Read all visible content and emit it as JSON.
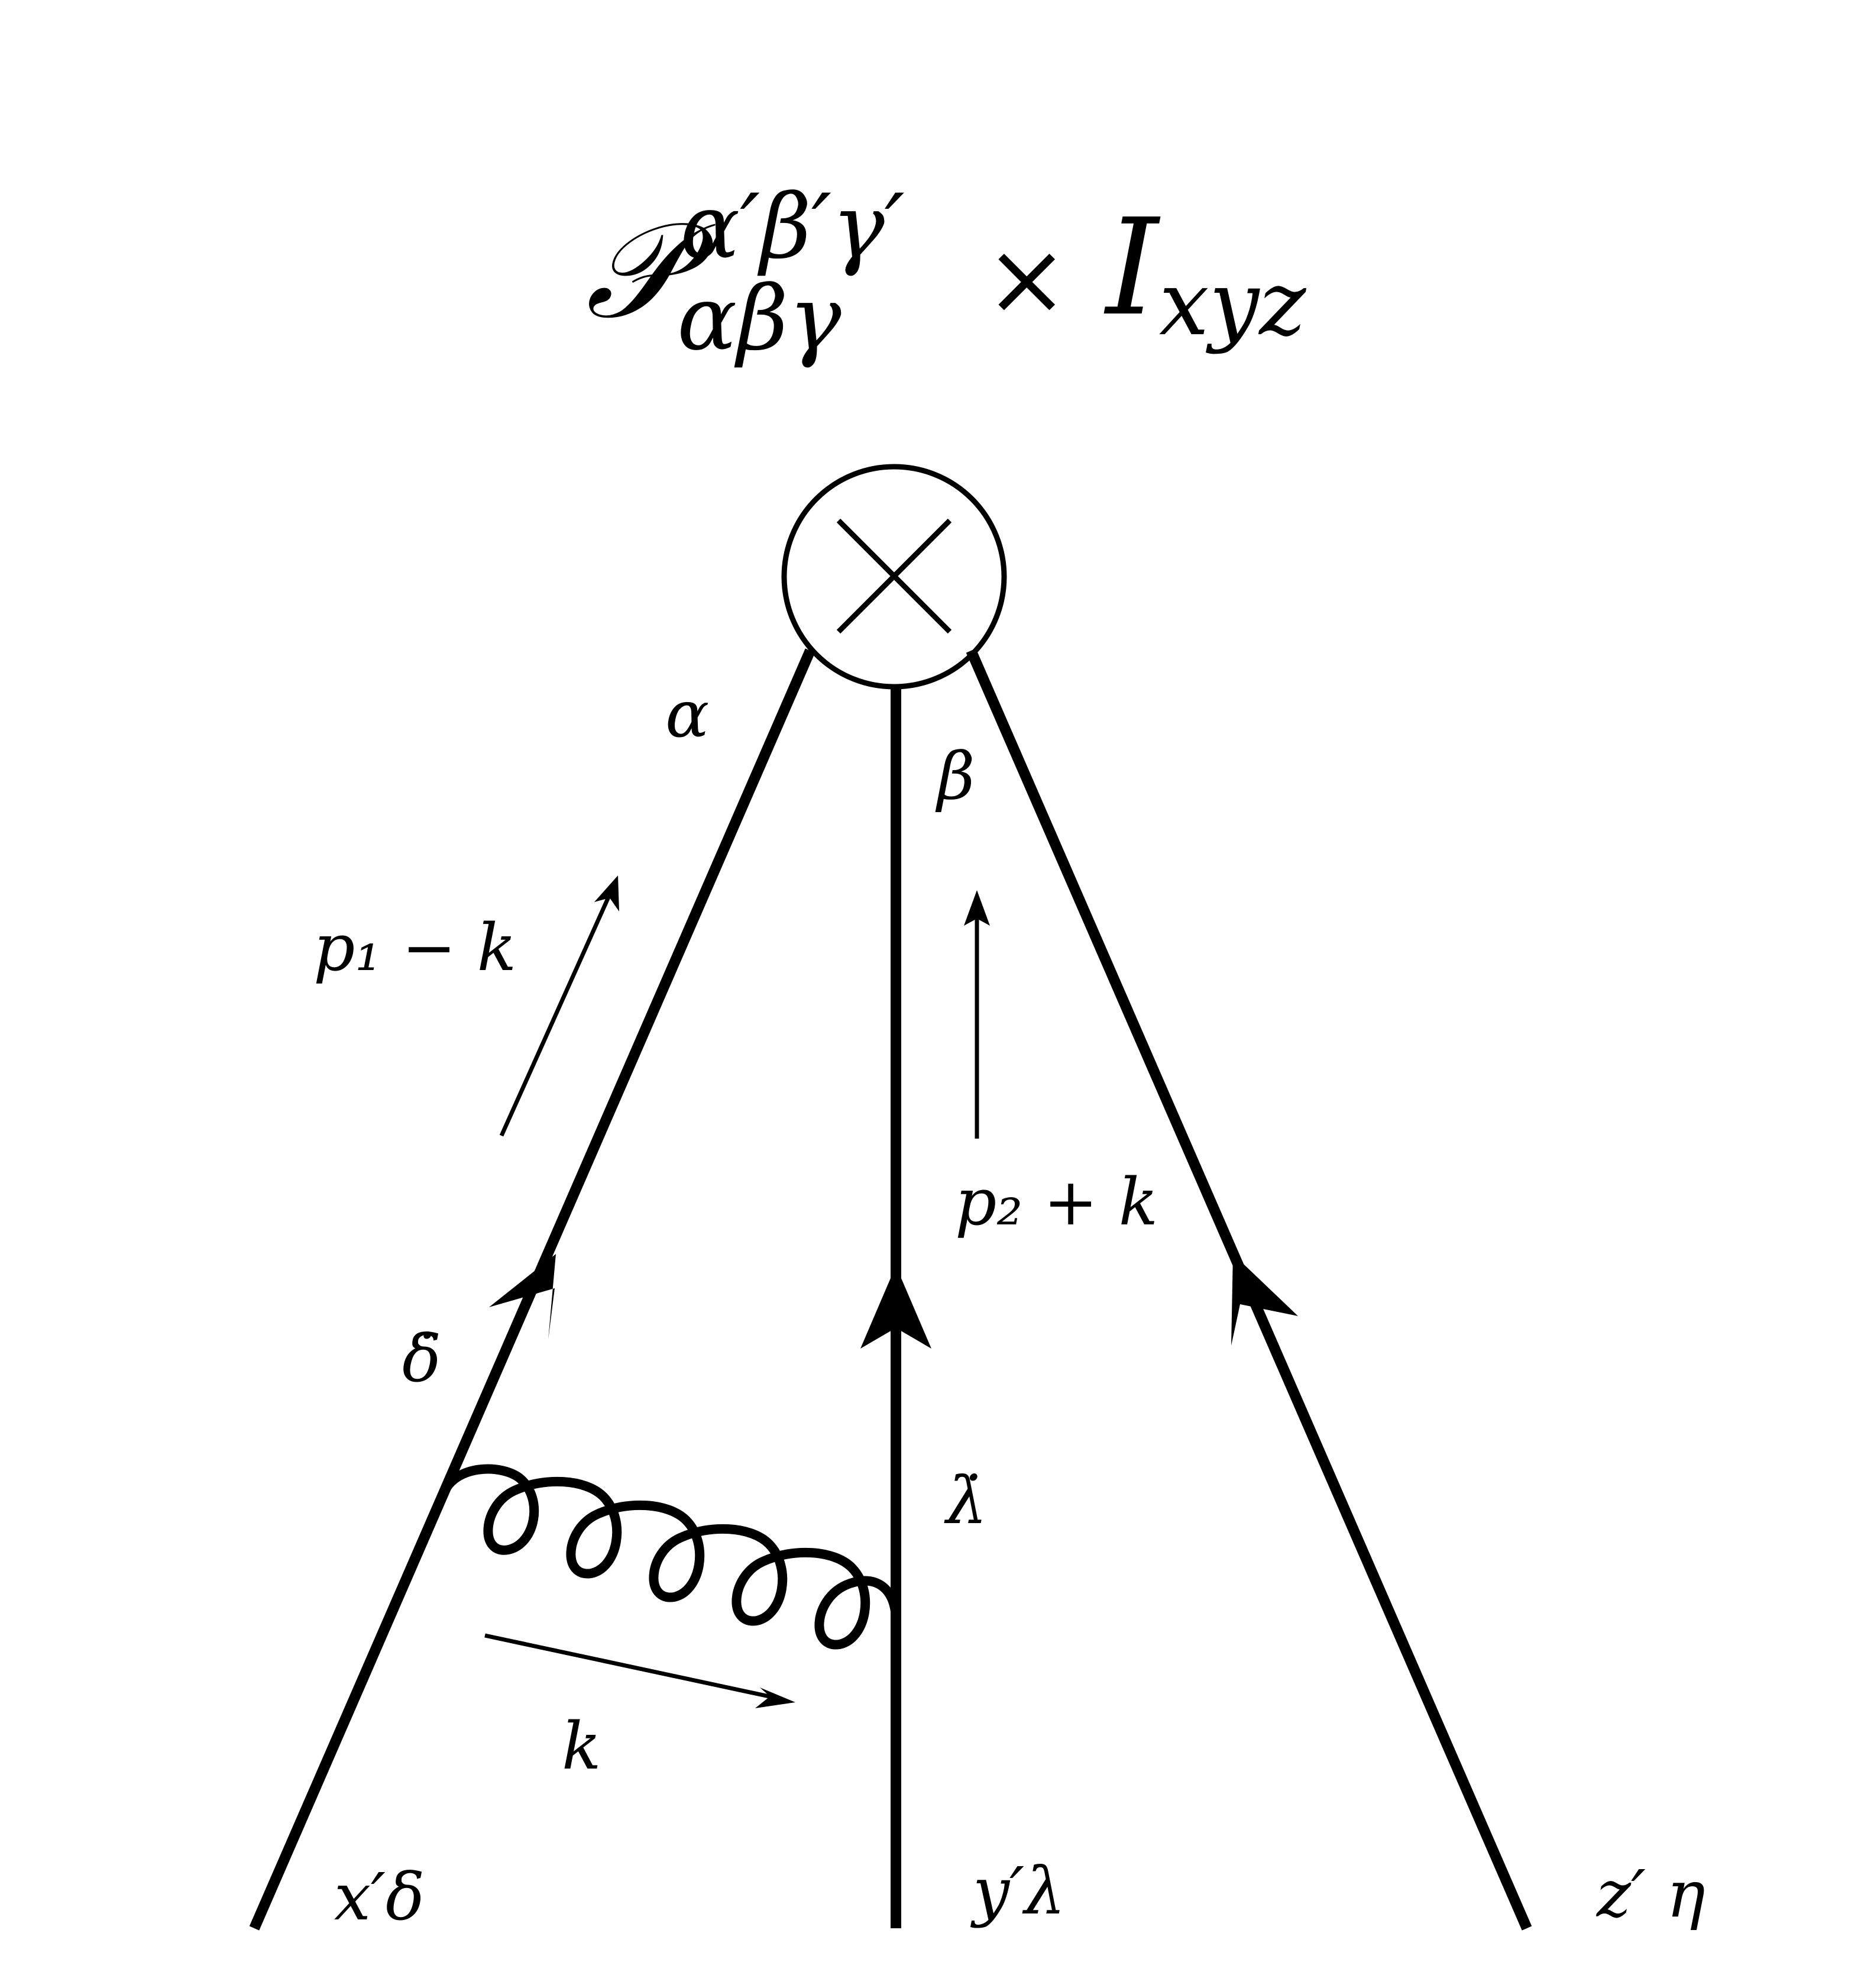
{
  "operator_label": {
    "base": "𝒫",
    "superscript": "α′β′γ′",
    "subscript": "αβγ",
    "times": "×",
    "I": "I",
    "I_subscript": "xyz"
  },
  "vertex_symbol": "operator-insertion",
  "labels": {
    "alpha": "α",
    "beta": "β",
    "delta_dot": "δ̇",
    "lambda_dot": "λ̇",
    "momentum_left": "p₁ − k",
    "momentum_middle": "p₂ + k",
    "momentum_gluon": "k",
    "bottom_left": "x′δ",
    "bottom_middle": "y′λ",
    "bottom_right": "z′ η"
  }
}
